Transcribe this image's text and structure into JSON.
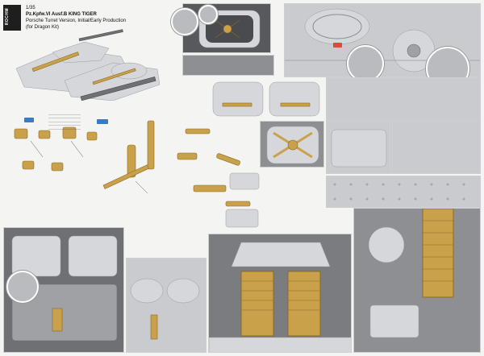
{
  "brand": {
    "logo_text": "ROCHM"
  },
  "header": {
    "scale": "1/35",
    "subject": "Pz.Kpfw.VI Ausf.B KING TIGER",
    "version": "Porsche Turret Version, Initial/Early Production",
    "kit": "(for Dragon Kit)"
  },
  "colors": {
    "brass": "#c9a14a",
    "panel_dark": "#58595c",
    "tag_red": "#d84b3d",
    "tag_blue": "#3b7bbf"
  }
}
